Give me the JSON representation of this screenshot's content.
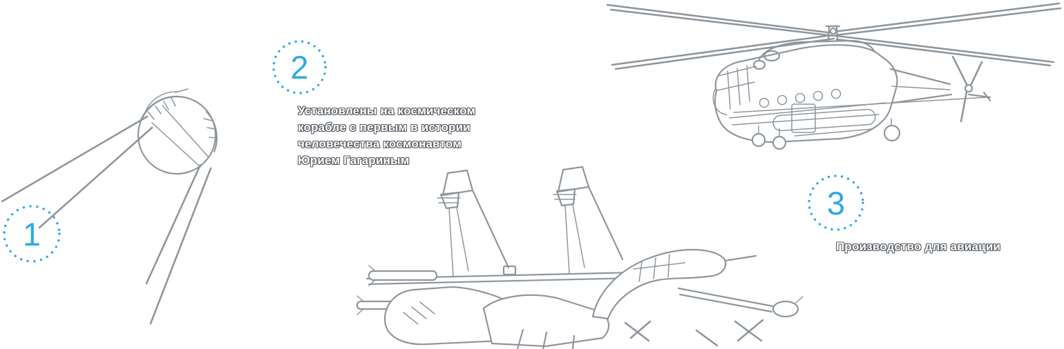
{
  "colors": {
    "accent": "#2fa9e1",
    "sketch": "#8e969d",
    "outline": "#555b61"
  },
  "markers": [
    {
      "number": "1"
    },
    {
      "number": "2"
    },
    {
      "number": "3"
    }
  ],
  "captions": {
    "marker2": "Установлены на космическом\nкорабле с первым в истории\nчеловечества космонавтом\nЮрием Гагариным",
    "marker3": "Производство для авиации"
  },
  "illustrations": {
    "left": "sputnik-satellite-sketch",
    "center": "fighter-jet-sketch",
    "right": "helicopter-sketch"
  }
}
